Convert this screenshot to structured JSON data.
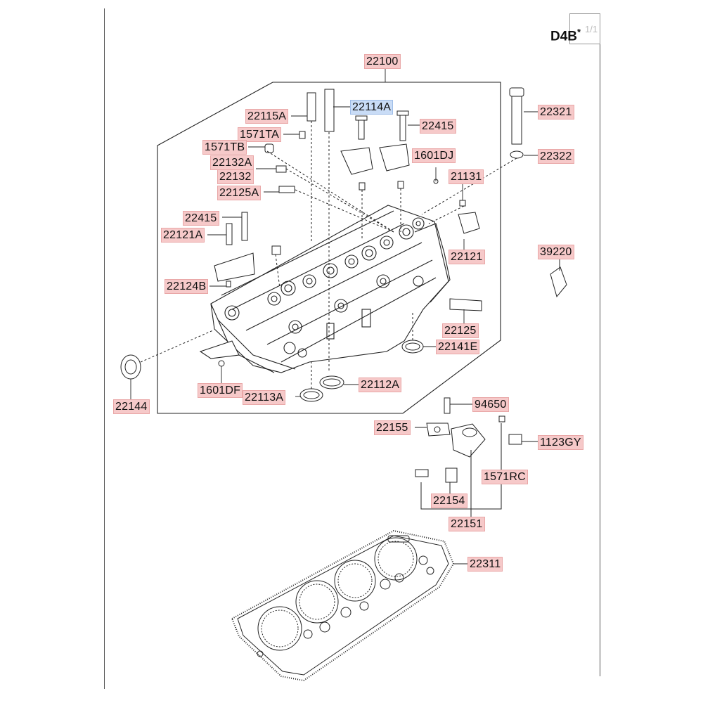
{
  "header": {
    "model_code": "D4B",
    "model_mark": "*",
    "page_indicator": "1/1"
  },
  "labels": {
    "l22100": "22100",
    "l22114A": "22114A",
    "l22115A": "22115A",
    "l22415_top": "22415",
    "l22321": "22321",
    "l1571TA": "1571TA",
    "l1571TB": "1571TB",
    "l1601DJ": "1601DJ",
    "l22322": "22322",
    "l22132A": "22132A",
    "l22132": "22132",
    "l21131": "21131",
    "l22125A": "22125A",
    "l22415_left": "22415",
    "l22121A": "22121A",
    "l39220": "39220",
    "l22121": "22121",
    "l22124B": "22124B",
    "l22125": "22125",
    "l22141E": "22141E",
    "l22112A": "22112A",
    "l1601DF": "1601DF",
    "l22113A": "22113A",
    "l22144": "22144",
    "l94650": "94650",
    "l22155": "22155",
    "l1123GY": "1123GY",
    "l1571RC": "1571RC",
    "l22154": "22154",
    "l22151": "22151",
    "l22311": "22311"
  },
  "colors": {
    "label_bg": "#f6c9c9",
    "selected_label_bg": "#c9dcf6",
    "line": "#222222"
  }
}
